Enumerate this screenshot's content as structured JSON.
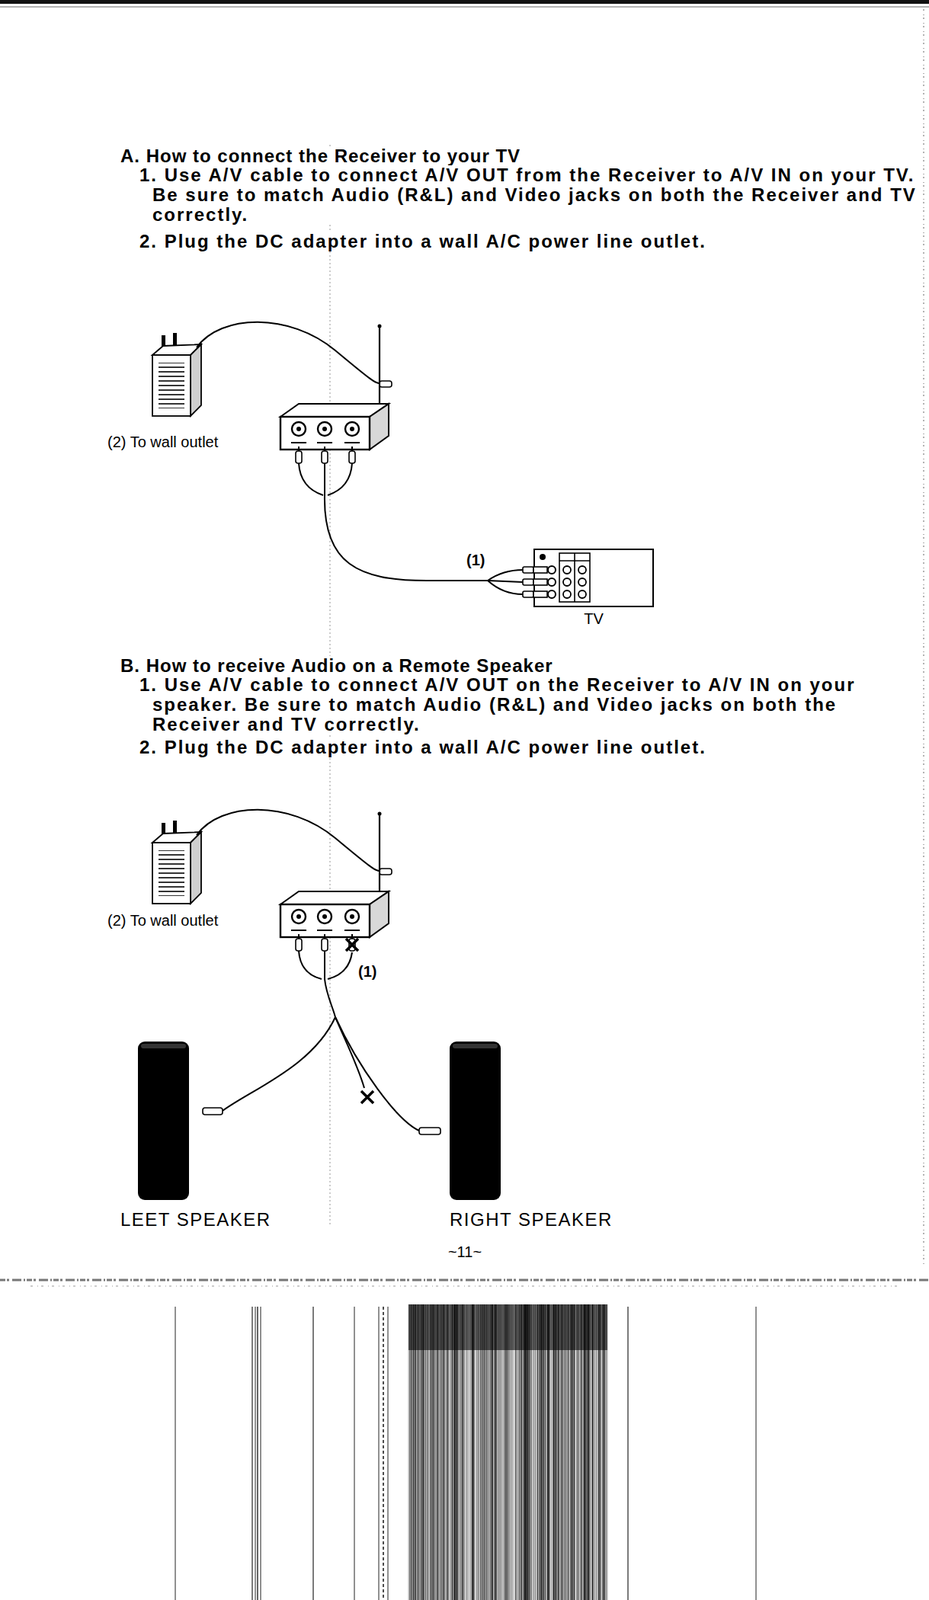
{
  "diagram": {
    "nodes": [
      {
        "text": [
          "TV"
        ]
      },
      {
        "text": [
          "LEET SPEAKER"
        ]
      },
      {
        "text": [
          "RIGHT SPEAKER"
        ]
      }
    ],
    "labels": [
      "A. How to connect the Receiver to your TV",
      "1. Use A/V cable to connect A/V OUT from the Receiver to A/V IN on your TV. Be sure to match Audio (R&L) and Video jacks on both the Receiver and TV correctly.",
      "2. Plug the DC adapter into a wall A/C power line outlet.",
      "(2) To wall outlet",
      "(1)",
      "B. How to receive Audio on a Remote Speaker",
      "1. Use A/V cable to connect A/V OUT on the Receiver to A/V IN on your speaker. Be sure to match Audio (R&L) and Video jacks on both the Receiver and TV correctly.",
      "2. Plug the DC adapter into a wall A/C power line outlet.",
      "(2) To wall outlet",
      "(1)",
      "~11~"
    ]
  }
}
